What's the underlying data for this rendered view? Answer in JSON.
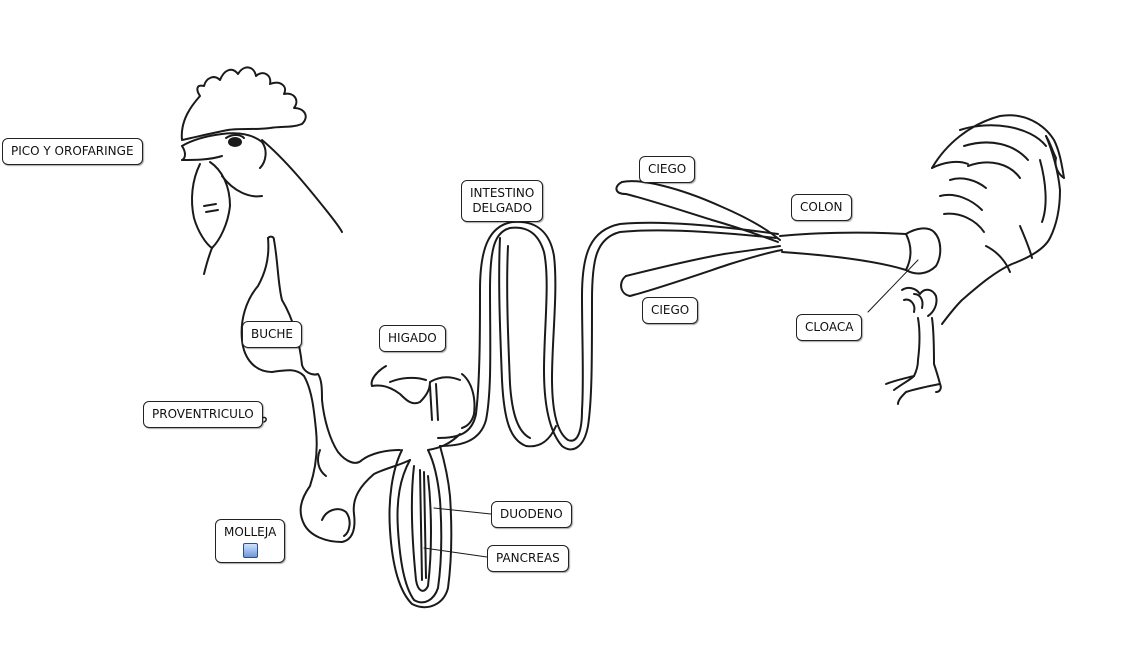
{
  "labels": {
    "pico": "PICO Y OROFARINGE",
    "buche": "BUCHE",
    "proventriculo": "PROVENTRICULO",
    "molleja": "MOLLEJA",
    "higado": "HIGADO",
    "intestino_1": "INTESTINO",
    "intestino_2": "DELGADO",
    "duodeno": "DUODENO",
    "pancreas": "PANCREAS",
    "ciego_top": "CIEGO",
    "ciego_bottom": "CIEGO",
    "colon": "COLON",
    "cloaca": "CLOACA"
  },
  "colors": {
    "line": "#1a1a1a",
    "background": "#ffffff",
    "label_border": "#222222"
  }
}
